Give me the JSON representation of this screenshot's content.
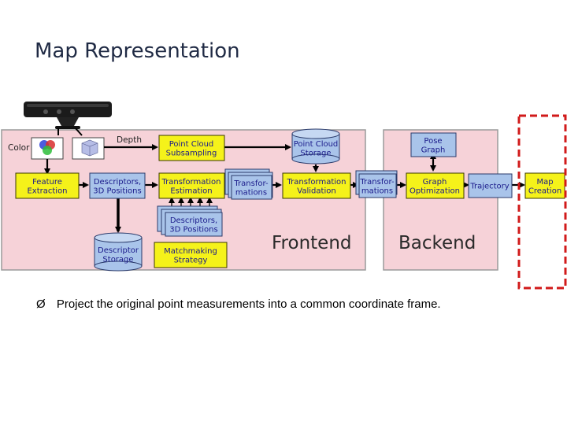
{
  "slide": {
    "title": "Map Representation",
    "bullet_marker": "Ø",
    "bullet_text": "Project the original point measurements into a common coordinate frame."
  },
  "diagram": {
    "labels": {
      "color": "Color",
      "depth": "Depth",
      "frontend": "Frontend",
      "backend": "Backend"
    },
    "boxes": {
      "feature_extraction": [
        "Feature",
        "Extraction"
      ],
      "descriptors_positions": [
        "Descriptors,",
        "3D Positions"
      ],
      "point_cloud_subsampling": [
        "Point Cloud",
        "Subsampling"
      ],
      "transformation_estimation": [
        "Transformation",
        "Estimation"
      ],
      "transformations_1": [
        "Transfor-",
        "mations"
      ],
      "transformation_validation": [
        "Transformation",
        "Validation"
      ],
      "transformations_2": [
        "Transfor-",
        "mations"
      ],
      "point_cloud_storage": [
        "Point Cloud",
        "Storage"
      ],
      "pose_graph": [
        "Pose",
        "Graph"
      ],
      "graph_optimization": [
        "Graph",
        "Optimization"
      ],
      "trajectory": [
        "Trajectory"
      ],
      "map_creation": [
        "Map",
        "Creation"
      ],
      "descriptors_positions_stack": [
        "Descriptors,",
        "3D Positions"
      ],
      "descriptor_storage": [
        "Descriptor",
        "Storage"
      ],
      "matchmaking_strategy": [
        "Matchmaking",
        "Strategy"
      ]
    },
    "colors": {
      "panel": "#f6d2d8",
      "yellow_box": "#f5f21a",
      "blue_box": "#a9c4ea",
      "highlight_dash": "#d11a1a"
    }
  }
}
